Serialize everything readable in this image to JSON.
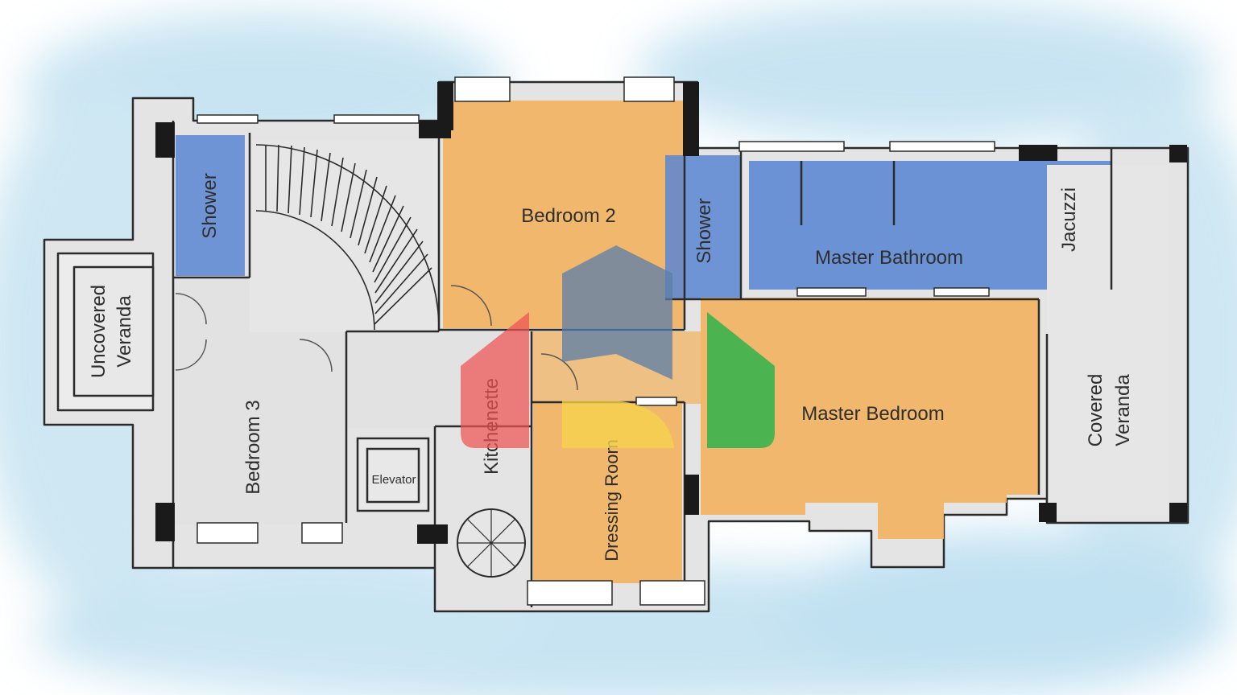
{
  "colors": {
    "background_wash": "#bfe0f0",
    "wall_fill": "#e4e4e4",
    "wall_line": "#2b2b2b",
    "bedroom_orange": "#f2b463",
    "bath_blue": "#5b86d4",
    "floor_grey": "#e2e2e2"
  },
  "rooms": {
    "shower_left": "Shower",
    "uncovered_veranda_1": "Uncovered",
    "uncovered_veranda_2": "Veranda",
    "bedroom3": "Bedroom 3",
    "bedroom2": "Bedroom 2",
    "elevator": "Elevator",
    "kitchenette": "Kitchenette",
    "dressing_room": "Dressing Room",
    "shower_right": "Shower",
    "master_bathroom": "Master Bathroom",
    "jacuzzi": "Jacuzzi",
    "master_bedroom": "Master Bedroom",
    "covered_veranda_1": "Covered",
    "covered_veranda_2": "Veranda"
  },
  "watermark": {
    "logo_icon": "house-logo-icon",
    "colors": [
      "#ee5253",
      "#5a7da8",
      "#f5d34a",
      "#2eb24a"
    ]
  }
}
